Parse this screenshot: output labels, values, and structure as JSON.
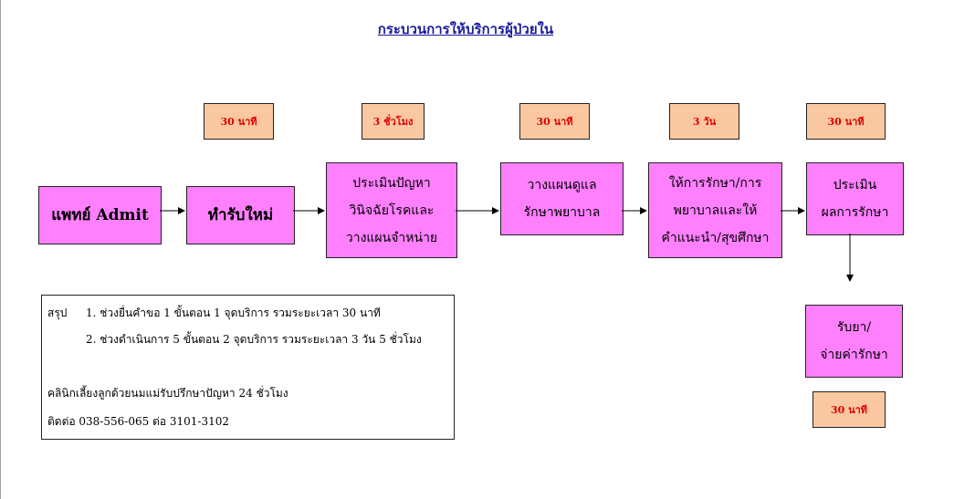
{
  "title": "กระบวนการให้บริการผู้ป่วยใน",
  "times": [
    "30 นาที",
    "3 ชั่วโมง",
    "30 นาที",
    "3 วัน",
    "30 นาที",
    "30 นาที"
  ],
  "steps": [
    "แพทย์ Admit",
    "ทำรับใหม่",
    "ประเมินปัญหา\nวินิจฉัยโรคและ\nวางแผนจำหน่าย",
    "วางแผนดูแล\nรักษาพยาบาล",
    "ให้การรักษา/การ\nพยาบาลและให้\nคำแนะนำ/สุขศึกษา",
    "ประเมิน\nผลการรักษา",
    "รับยา/\nจ่ายค่ารักษา"
  ],
  "summary": {
    "label": "สรุป",
    "point1": "1. ช่วงยื่นคำขอ 1 ขั้นตอน  1 จุดบริการ รวมระยะเวลา  30 นาที",
    "point2": "2. ช่วงดำเนินการ 5 ขั้นตอน 2 จุดบริการ รวมระยะเวลา 3 วัน 5 ชั่วโมง",
    "clinic": "คลินิกเลี้ยงลูกด้วยนมแม่รับปรึกษาปัญหา 24 ชั่วโมง",
    "contact": "ติดต่อ 038-556-065 ต่อ 3101-3102"
  },
  "colors": {
    "step_fill": "#ff80ff",
    "time_fill": "#f9c8a0",
    "time_text": "#e00000",
    "title_text": "#1c1c9c"
  }
}
